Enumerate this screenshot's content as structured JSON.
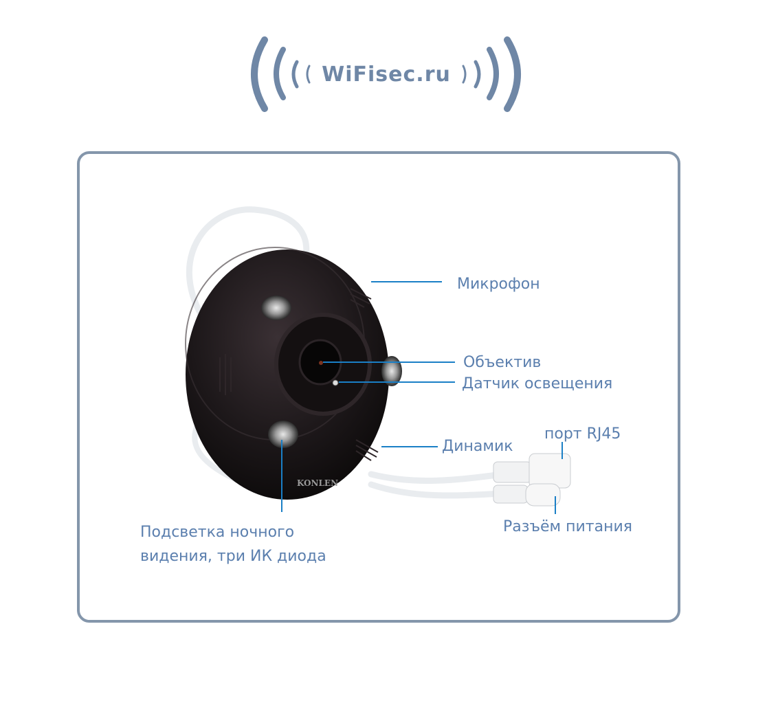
{
  "logo": {
    "text": "WiFisec.ru"
  },
  "diagram": {
    "brand": "KONLEN",
    "labels": {
      "microphone": "Микрофон",
      "lens": "Объектив",
      "light_sensor": "Датчик освещения",
      "speaker": "Динамик",
      "rj45": "порт RJ45",
      "power": "Разъём питания",
      "ir_line1": "Подсветка ночного",
      "ir_line2": "видения, три ИК диода"
    },
    "colors": {
      "label": "#5b7fae",
      "leader": "#1a7fc6",
      "frame": "#8496ab",
      "logo": "#6f87a6"
    }
  }
}
